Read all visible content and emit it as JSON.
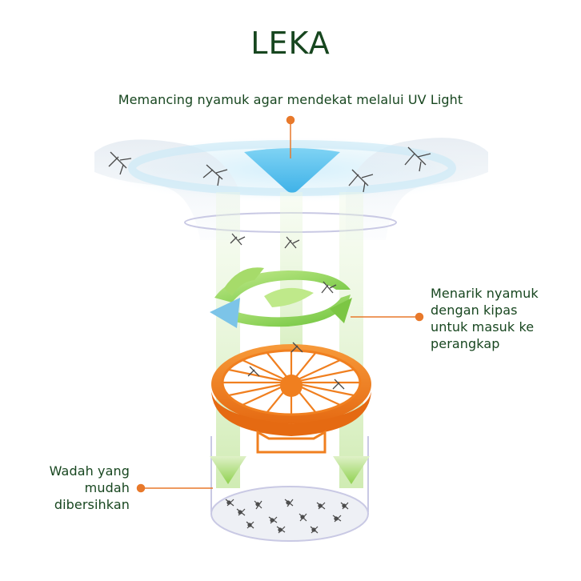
{
  "brand": {
    "name": "LEKA"
  },
  "callouts": {
    "uv_light": "Memancing nyamuk agar mendekat melalui UV Light",
    "fan_lines": [
      "Menarik nyamuk",
      "dengan kipas",
      "untuk masuk ke",
      "perangkap"
    ],
    "container_lines": [
      "Wadah yang",
      "mudah",
      "dibersihkan"
    ]
  },
  "colors": {
    "text": "#17461f",
    "accent": "#e8792b",
    "fan_green": "#8fd14f",
    "uv_blue": "#5ec4ee",
    "tray_orange": "#f07f1f"
  }
}
